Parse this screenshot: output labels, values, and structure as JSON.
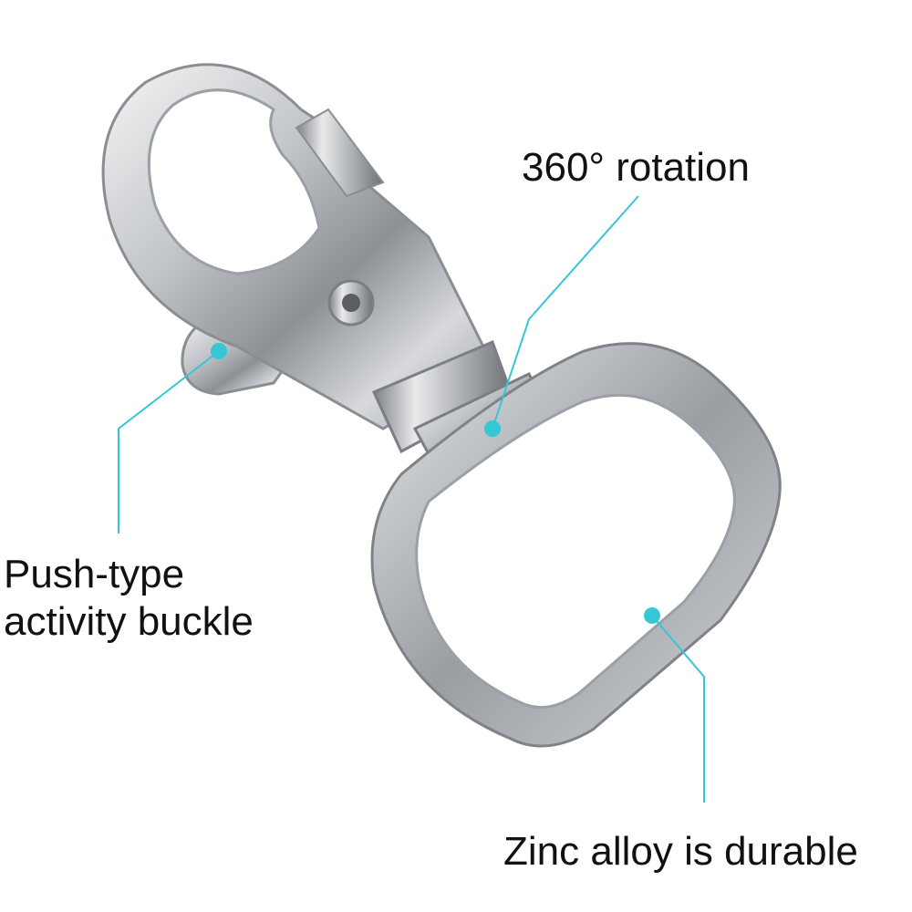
{
  "product": {
    "name": "swivel snap hook with D-ring",
    "material_color": "#c9ccd0"
  },
  "callouts": {
    "rotation": {
      "text": "360° rotation"
    },
    "buckle": {
      "line1": "Push-type",
      "line2": "activity buckle"
    },
    "alloy": {
      "text": "Zinc alloy is durable"
    }
  },
  "colors": {
    "callout_line": "#35c7d3",
    "callout_dot": "#35c7d3",
    "text": "#111111",
    "background": "#ffffff"
  }
}
